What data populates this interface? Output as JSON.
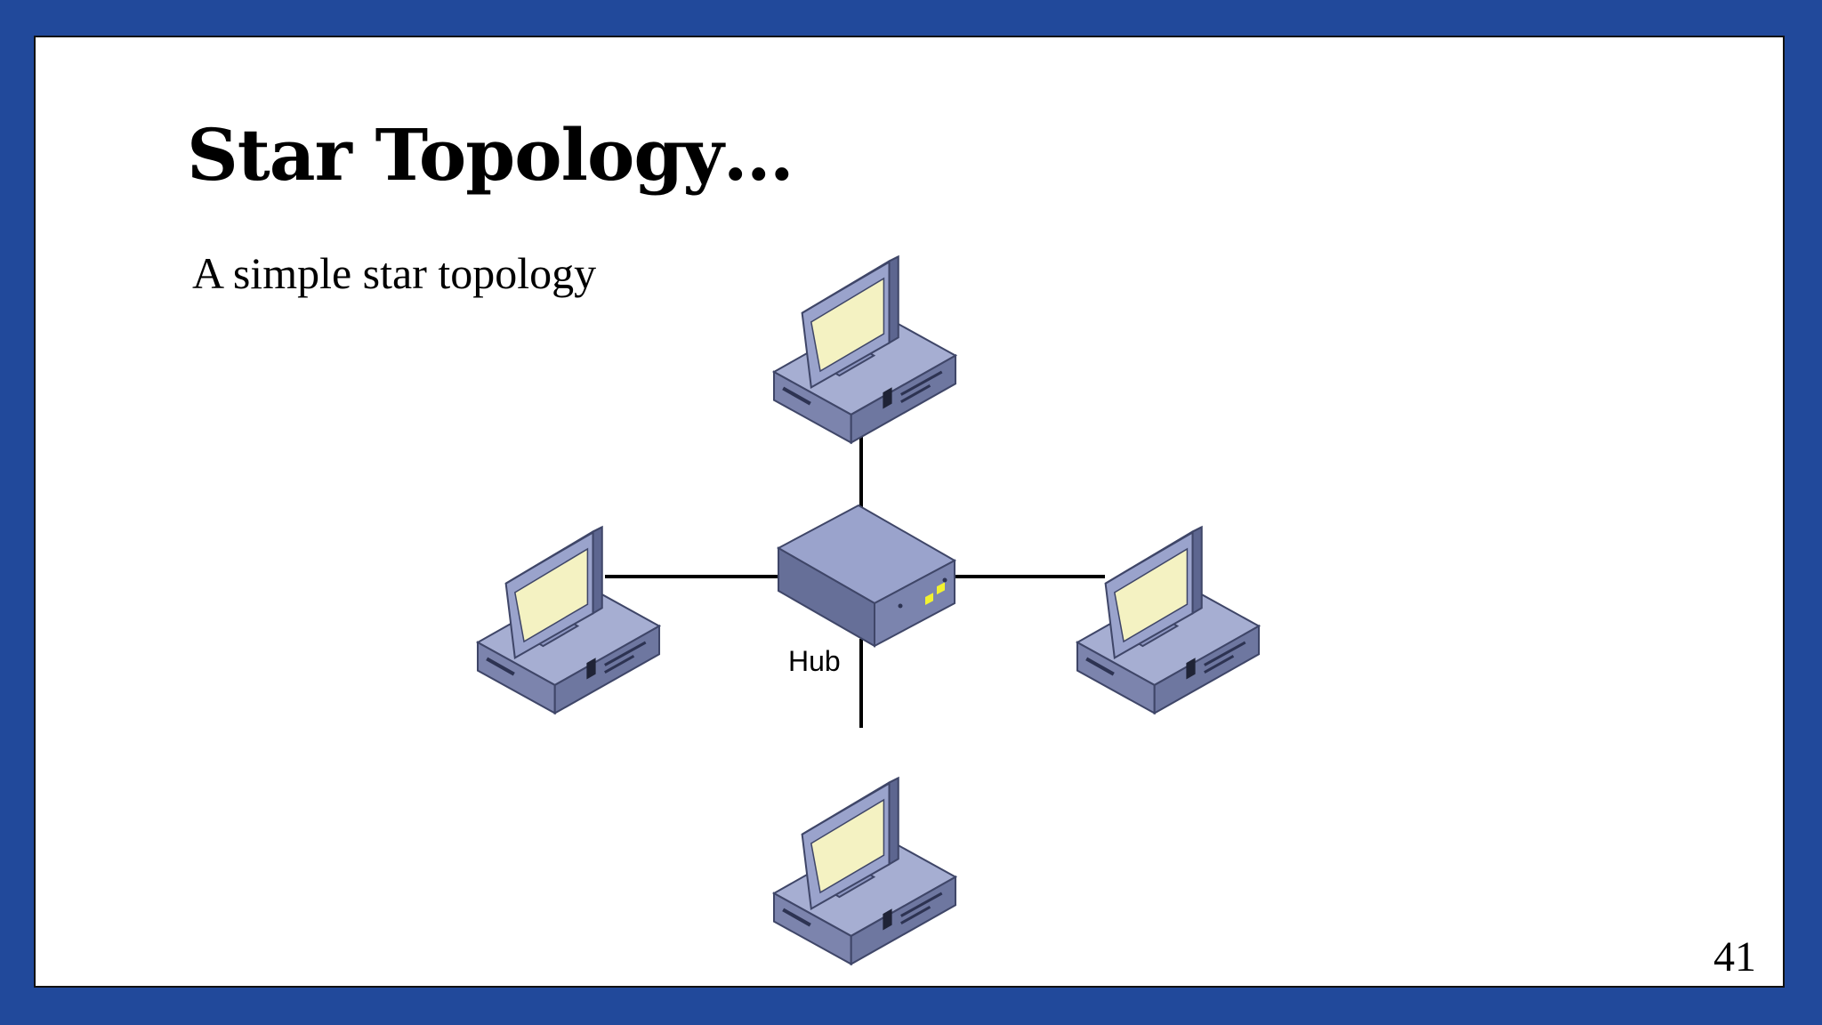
{
  "slide": {
    "title": "Star Topology…",
    "subtitle": "A simple star topology",
    "page_number": "41"
  },
  "diagram": {
    "hub_label": "Hub",
    "devices": [
      {
        "name": "computer-top",
        "kind": "computer-icon"
      },
      {
        "name": "computer-left",
        "kind": "computer-icon"
      },
      {
        "name": "computer-right",
        "kind": "computer-icon"
      },
      {
        "name": "computer-bottom",
        "kind": "computer-icon"
      },
      {
        "name": "hub",
        "kind": "hub-icon"
      }
    ],
    "colors": {
      "frame": "#21499b",
      "device_body": "#8e97c2",
      "device_side": "#5d6690",
      "screen": "#f4f2c2",
      "link": "#000000",
      "indicator": "#f2f230"
    }
  }
}
